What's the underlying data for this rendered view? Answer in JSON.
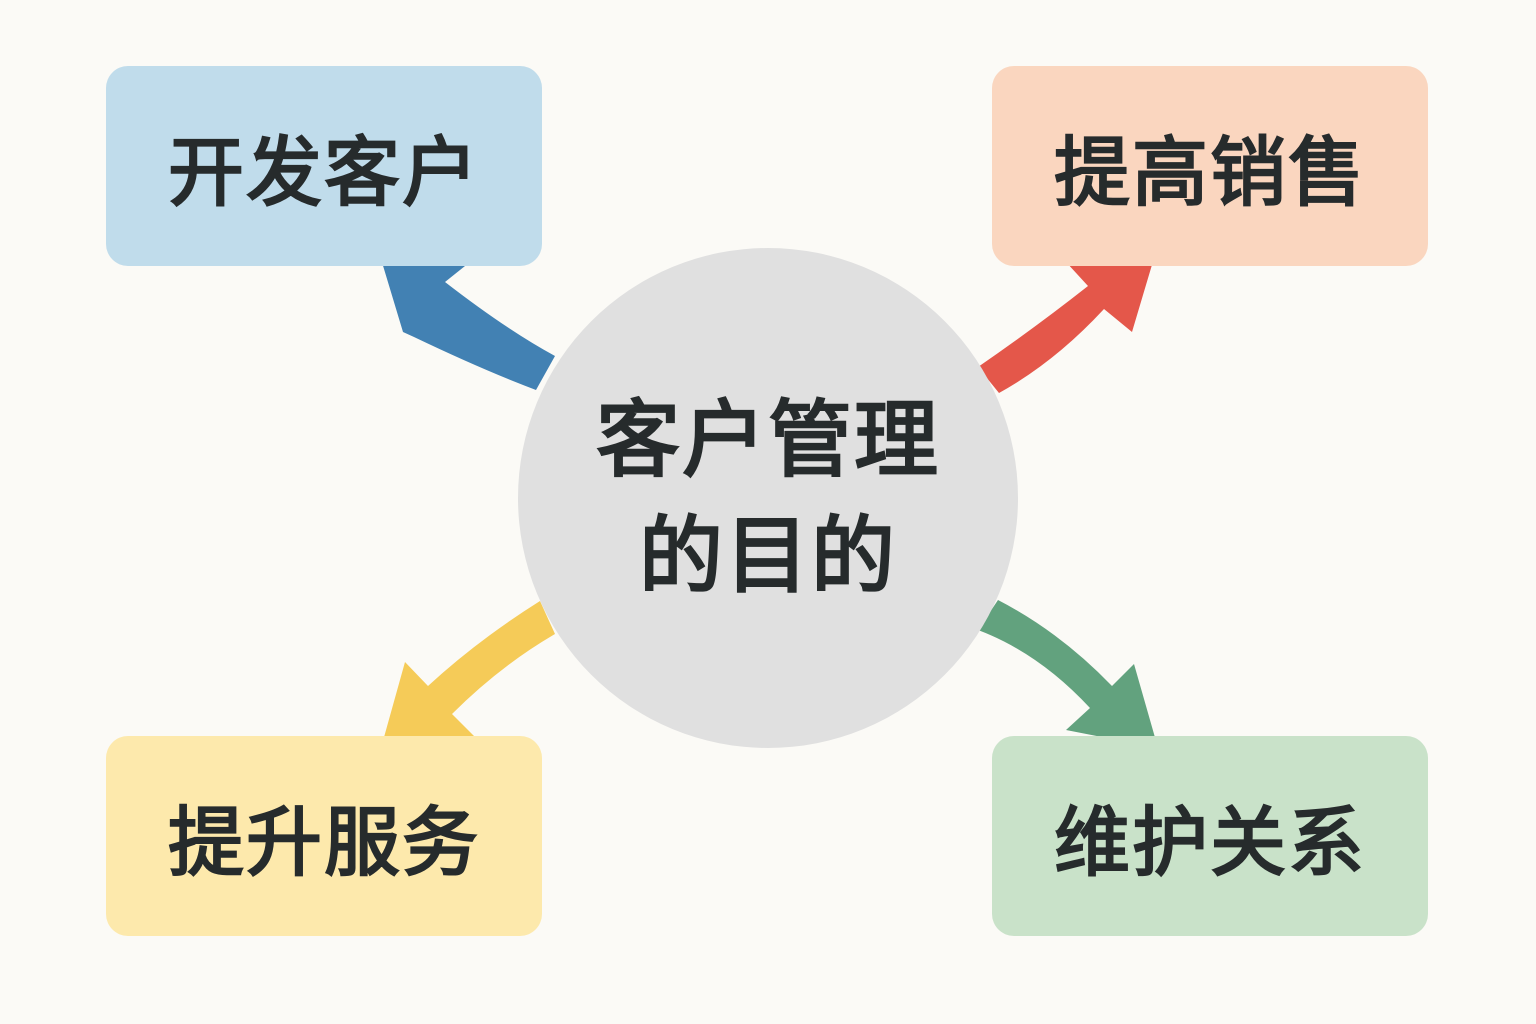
{
  "center": {
    "line1": "客户管理",
    "line2": "的目的",
    "fill": "#e0e0e0"
  },
  "nodes": [
    {
      "id": "tl",
      "label": "开发客户",
      "fill": "#c0dceb",
      "arrow_color": "#4281b3"
    },
    {
      "id": "tr",
      "label": "提高销售",
      "fill": "#fad6bf",
      "arrow_color": "#e4574a"
    },
    {
      "id": "bl",
      "label": "提升服务",
      "fill": "#fde9ac",
      "arrow_color": "#f5cb58"
    },
    {
      "id": "br",
      "label": "维护关系",
      "fill": "#c9e2c9",
      "arrow_color": "#62a27e"
    }
  ],
  "text_color": "#262b2c",
  "background": "#fbfaf6"
}
